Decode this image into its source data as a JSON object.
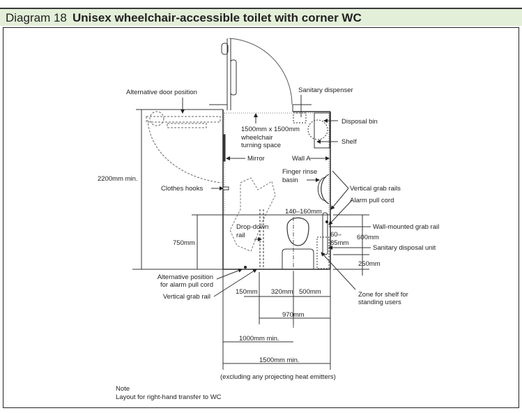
{
  "header": {
    "diagram_number": "Diagram 18",
    "title": "Unisex wheelchair-accessible toilet with corner WC",
    "background_color": "#e3efd8"
  },
  "labels": {
    "alternative_door_position": "Alternative door position",
    "sanitary_dispenser": "Sanitary dispenser",
    "turning_space_1": "1500mm x 1500mm",
    "turning_space_2": "wheelchair",
    "turning_space_3": "turning space",
    "disposal_bin": "Disposal bin",
    "shelf": "Shelf",
    "mirror": "Mirror",
    "wall_a": "Wall A",
    "finger_rinse_basin_1": "Finger rinse",
    "finger_rinse_basin_2": "basin",
    "vertical_grab_rails": "Vertical grab rails",
    "alarm_pull_cord": "Alarm pull cord",
    "clothes_hooks": "Clothes hooks",
    "drop_down_rail_1": "Drop-down",
    "drop_down_rail_2": "rail",
    "wall_mounted_grab_rail": "Wall-mounted grab rail",
    "sanitary_disposal_unit": "Sanitary disposal unit",
    "alt_alarm_1": "Alternative position",
    "alt_alarm_2": "for alarm pull cord",
    "vertical_grab_rail": "Vertical grab rail",
    "zone_shelf_1": "Zone for shelf for",
    "zone_shelf_2": "standing users",
    "excluding": "(excluding any projecting heat emitters)"
  },
  "dimensions": {
    "height_2200": "2200mm min.",
    "height_750": "750mm",
    "gap_140_160": "140–160mm",
    "rail_60_85_1": "60–",
    "rail_60_85_2": "85mm",
    "height_600": "600mm",
    "height_250": "250mm",
    "w_150": "150mm",
    "w_320": "320mm",
    "w_500": "500mm",
    "w_970": "970mm",
    "w_1000": "1000mm min.",
    "w_1500": "1500mm min."
  },
  "note": {
    "heading": "Note",
    "text": "Layout for right-hand transfer to WC"
  }
}
